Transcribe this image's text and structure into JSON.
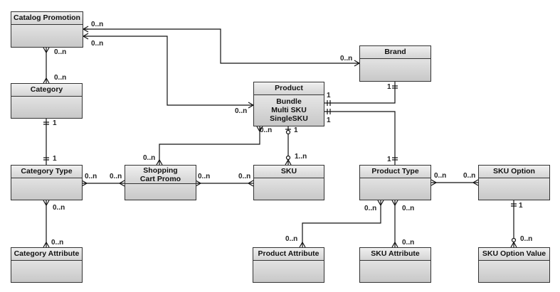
{
  "entities": {
    "catalog_promotion": {
      "name": "Catalog Promotion",
      "attributes": []
    },
    "category": {
      "name": "Category",
      "attributes": []
    },
    "category_type": {
      "name": "Category Type",
      "attributes": []
    },
    "category_attribute": {
      "name": "Category Attribute",
      "attributes": []
    },
    "shopping_cart_promo": {
      "name": "Shopping Cart Promo",
      "attributes": []
    },
    "brand": {
      "name": "Brand",
      "attributes": []
    },
    "product": {
      "name": "Product",
      "attributes": [
        "Bundle",
        "Multi SKU",
        "SingleSKU"
      ]
    },
    "sku": {
      "name": "SKU",
      "attributes": []
    },
    "product_type": {
      "name": "Product Type",
      "attributes": []
    },
    "product_attribute": {
      "name": "Product Attribute",
      "attributes": []
    },
    "sku_attribute": {
      "name": "SKU Attribute",
      "attributes": []
    },
    "sku_option": {
      "name": "SKU Option",
      "attributes": []
    },
    "sku_option_value": {
      "name": "SKU Option Value",
      "attributes": []
    }
  },
  "relationships": [
    {
      "from": "Catalog Promotion",
      "to": "Brand",
      "from_card": "0..n",
      "to_card": "0..n"
    },
    {
      "from": "Catalog Promotion",
      "to": "Product",
      "from_card": "0..n",
      "to_card": "0..n"
    },
    {
      "from": "Catalog Promotion",
      "to": "Category",
      "from_card": "0..n",
      "to_card": "0..n"
    },
    {
      "from": "Category",
      "to": "Category Type",
      "from_card": "1",
      "to_card": "1"
    },
    {
      "from": "Category Type",
      "to": "Category Attribute",
      "from_card": "0..n",
      "to_card": "0..n"
    },
    {
      "from": "Category Type",
      "to": "Shopping Cart Promo",
      "from_card": "0..n",
      "to_card": "0..n"
    },
    {
      "from": "Shopping Cart Promo",
      "to": "Product",
      "from_card": "0..n",
      "to_card": "0..n"
    },
    {
      "from": "Shopping Cart Promo",
      "to": "SKU",
      "from_card": "0..n",
      "to_card": "0..n"
    },
    {
      "from": "Product",
      "to": "SKU",
      "from_card": "1",
      "to_card": "1..n"
    },
    {
      "from": "Product",
      "to": "Brand",
      "from_card": "1",
      "to_card": "1"
    },
    {
      "from": "Product",
      "to": "Product Type",
      "from_card": "1",
      "to_card": "1"
    },
    {
      "from": "Product Type",
      "to": "SKU Option",
      "from_card": "0..n",
      "to_card": "0..n"
    },
    {
      "from": "Product Type",
      "to": "Product Attribute",
      "from_card": "0..n",
      "to_card": "0..n"
    },
    {
      "from": "Product Type",
      "to": "SKU Attribute",
      "from_card": "0..n",
      "to_card": "0..n"
    },
    {
      "from": "SKU Option",
      "to": "SKU Option Value",
      "from_card": "1",
      "to_card": "0..n"
    }
  ],
  "labels": {
    "l1": "0..n",
    "l2": "0..n",
    "l3": "0..n",
    "l4": "0..n",
    "l5": "0..n",
    "l6": "0..n",
    "l7": "1",
    "l8": "1",
    "l9": "0..n",
    "l10": "0..n",
    "l11": "0..n",
    "l12": "0..n",
    "l13": "0..n",
    "l14": "0..n",
    "l15": "0..n",
    "l16": "1",
    "l17": "1..n",
    "l18": "1",
    "l19": "1",
    "l20": "1",
    "l21": "1",
    "l22": "0..n",
    "l23": "0..n",
    "l24": "0..n",
    "l25": "0..n",
    "l26": "0..n",
    "l27": "0..n",
    "l28": "1",
    "l29": "0..n"
  }
}
